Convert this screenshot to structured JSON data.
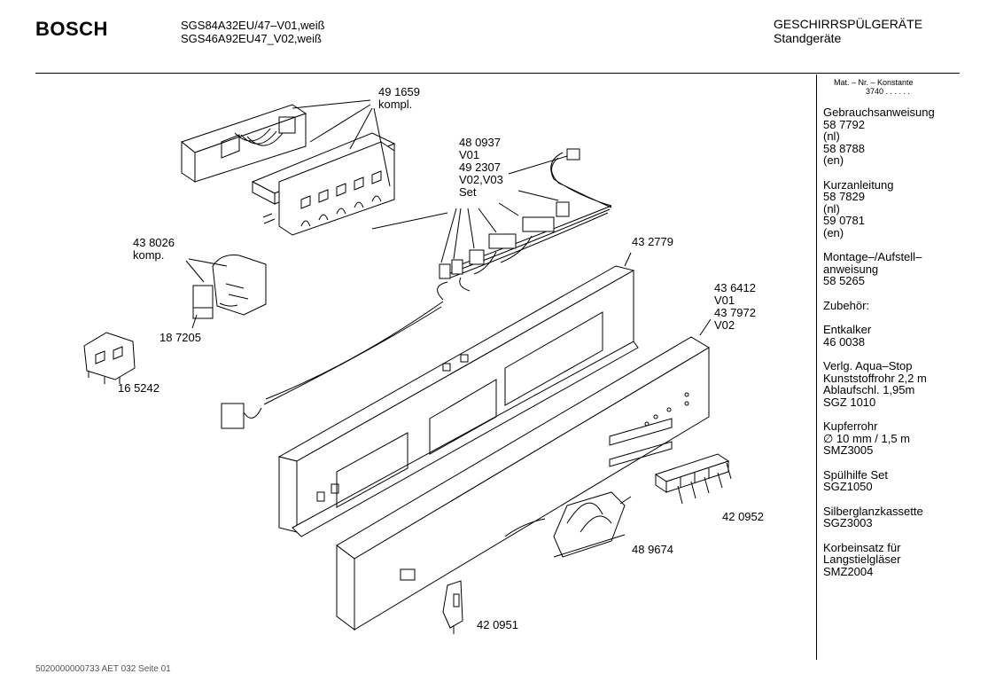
{
  "header": {
    "logo": "BOSCH",
    "models": "SGS84A32EU/47–V01,weiß\nSGS46A92EU47_V02,weiß",
    "category": "GESCHIRRSPÜLGERÄTE\nStandgeräte"
  },
  "sidebar": {
    "constant_label": "Mat. – Nr. – Konstante",
    "constant_value": "3740 . . . . . .",
    "entries": [
      "Gebrauchsanweisung\n58 7792\n(nl)\n58 8788\n(en)",
      "Kurzanleitung\n58 7829\n(nl)\n59 0781\n(en)",
      "Montage–/Aufstell–\nanweisung\n58 5265",
      "Zubehör:",
      "Entkalker\n46 0038",
      "Verlg. Aqua–Stop\nKunststoffrohr 2,2 m\nAblaufschl. 1,95m\nSGZ 1010",
      "Kupferrohr\n∅ 10 mm / 1,5 m\nSMZ3005",
      "Spülhilfe Set\nSGZ1050",
      "Silberglanzkassette\nSGZ3003",
      "Korbeinsatz für\nLangstielgläser\nSMZ2004"
    ]
  },
  "parts": {
    "p491659": "49 1659\nkompl.",
    "p480937": "48 0937\nV01\n49 2307\nV02,V03\nSet",
    "p438026": "43 8026\nkomp.",
    "p187205": "18 7205",
    "p165242": "16 5242",
    "p432779": "43 2779",
    "p436412": "43 6412\nV01\n43 7972\nV02",
    "p420952": "42 0952",
    "p489674": "48 9674",
    "p420951": "42 0951"
  },
  "footer": "5020000000733 AET 032 Seite 01"
}
